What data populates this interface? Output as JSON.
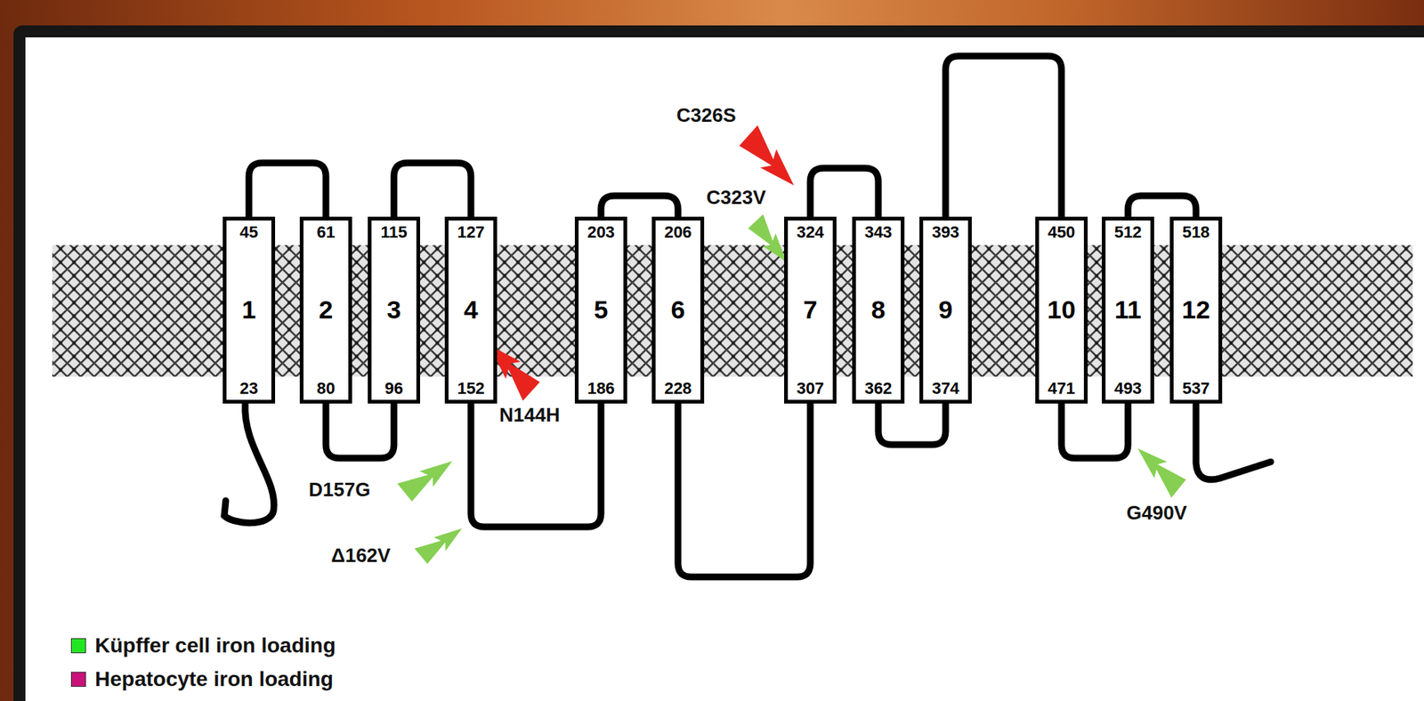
{
  "diagram": {
    "nodes": [
      {
        "text": [
          "45",
          "1",
          "23"
        ]
      },
      {
        "text": [
          "61",
          "2",
          "80"
        ]
      },
      {
        "text": [
          "115",
          "3",
          "96"
        ]
      },
      {
        "text": [
          "127",
          "4",
          "152"
        ]
      },
      {
        "text": [
          "203",
          "5",
          "186"
        ]
      },
      {
        "text": [
          "206",
          "6",
          "228"
        ]
      },
      {
        "text": [
          "324",
          "7",
          "307"
        ]
      },
      {
        "text": [
          "343",
          "8",
          "362"
        ]
      },
      {
        "text": [
          "393",
          "9",
          "374"
        ]
      },
      {
        "text": [
          "450",
          "10",
          "471"
        ]
      },
      {
        "text": [
          "512",
          "11",
          "493"
        ]
      },
      {
        "text": [
          "518",
          "12",
          "537"
        ]
      }
    ],
    "edges": [
      {
        "from": 0,
        "to": 1,
        "arrow": "none"
      },
      {
        "from": 1,
        "to": 2,
        "arrow": "none"
      },
      {
        "from": 2,
        "to": 3,
        "arrow": "none"
      },
      {
        "from": 3,
        "to": 4,
        "arrow": "none"
      },
      {
        "from": 4,
        "to": 5,
        "arrow": "none"
      },
      {
        "from": 5,
        "to": 6,
        "arrow": "none"
      },
      {
        "from": 6,
        "to": 7,
        "arrow": "none"
      },
      {
        "from": 7,
        "to": 8,
        "arrow": "none"
      },
      {
        "from": 8,
        "to": 9,
        "arrow": "none"
      },
      {
        "from": 9,
        "to": 10,
        "arrow": "none"
      },
      {
        "from": 10,
        "to": 11,
        "arrow": "none"
      }
    ],
    "labels": [
      "C326S",
      "C323V",
      "N144H",
      "D157G",
      "Δ162V",
      "G490V"
    ],
    "legend": [
      {
        "text": "Küpffer cell iron loading",
        "color": "#22e622"
      },
      {
        "text": "Hepatocyte iron loading",
        "color": "#c8127a"
      }
    ]
  }
}
